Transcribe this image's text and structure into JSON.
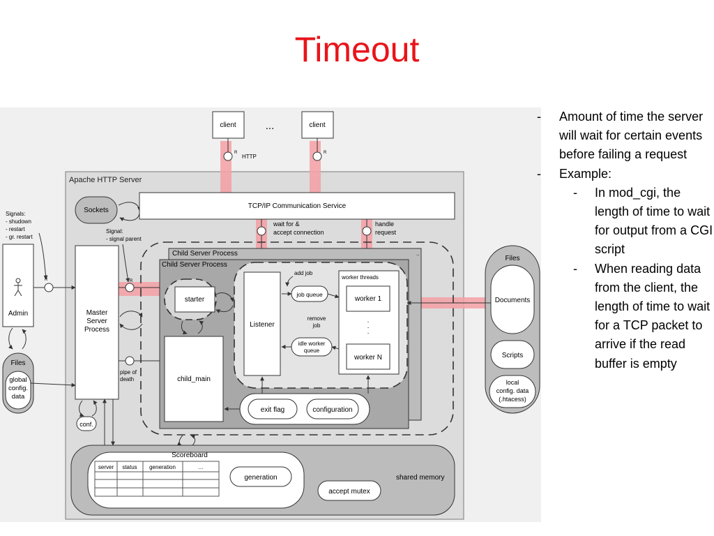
{
  "title": "Timeout",
  "bullets": [
    "Amount of time the server will wait for certain events before failing a request",
    "Example:"
  ],
  "sub_bullets": [
    "In mod_cgi, the length of time to wait for output from a CGI script",
    "When reading data from the client, the length of time to wait for a TCP packet to arrive if the read buffer is empty"
  ],
  "bullet_marker": "-",
  "colors": {
    "title": "#e8141a",
    "highlight": "#f4a0a4"
  },
  "diagram": {
    "client": "client",
    "ellipsis": "...",
    "http": "HTTP",
    "server_title": "Apache HTTP Server",
    "sockets": "Sockets",
    "tcpip": "TCP/IP Communication Service",
    "signals": [
      "Signals:",
      "- shudown",
      "- restart",
      "- gr. restart"
    ],
    "admin": "Admin",
    "files_left": "Files",
    "global_config": [
      "global",
      "config.",
      "data"
    ],
    "master": [
      "Master",
      "Server",
      "Process"
    ],
    "signal_parent": [
      "Signal:",
      "- signal parent"
    ],
    "r": "R",
    "pipe_of_death": [
      "pipe of",
      "death"
    ],
    "conf": "conf.",
    "wait_accept": [
      "wait for &",
      "accept connection"
    ],
    "handle_request": [
      "handle",
      "request"
    ],
    "child_server_process": "Child Server Process",
    "starter": "starter",
    "child_main": "child_main",
    "listener": "Listener",
    "add_job": "add job",
    "job_queue": "job queue",
    "remove_job": [
      "remove",
      "job"
    ],
    "idle_worker_queue": [
      "idle worker",
      "queue"
    ],
    "worker_threads": "worker threads",
    "worker_1": "worker 1",
    "worker_n": "worker N",
    "exit_flag": "exit flag",
    "configuration": "configuration",
    "scoreboard": "Scoreboard",
    "scoreboard_cols": [
      "server",
      "status",
      "generation",
      "..."
    ],
    "generation": "generation",
    "shared_memory": "shared memory",
    "accept_mutex": "accept mutex",
    "files_right": "Files",
    "documents": "Documents",
    "scripts": "Scripts",
    "local_config": [
      "local",
      "config. data",
      "(.htacess)"
    ]
  }
}
